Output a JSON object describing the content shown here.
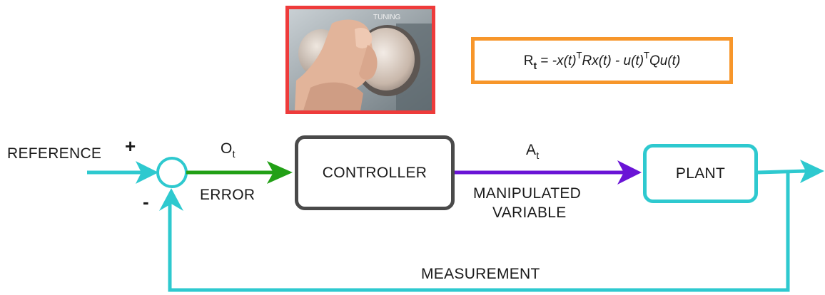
{
  "reference_label": "REFERENCE",
  "plus_sign": "+",
  "minus_sign": "-",
  "error_symbol": "O",
  "error_subscript": "t",
  "error_label": "ERROR",
  "controller_label": "CONTROLLER",
  "action_symbol": "A",
  "action_subscript": "t",
  "manipulated_line1": "MANIPULATED",
  "manipulated_line2": "VARIABLE",
  "plant_label": "PLANT",
  "measurement_label": "MEASUREMENT",
  "photo_text": "TUNING",
  "formula": {
    "lhs": "R",
    "lhs_sub": "t",
    "eq": " = ",
    "t1": "-x(t)",
    "sup1": "T",
    "t2": "Rx(t) - u(t)",
    "sup2": "T",
    "t3": "Qu(t)"
  },
  "colors": {
    "feedback": "#2ec9cf",
    "error_line": "#22a016",
    "manipulated_line": "#6a14d6",
    "controller_border": "#4a4a4a",
    "photo_border": "#ee3b3b",
    "formula_border": "#f7962a"
  }
}
